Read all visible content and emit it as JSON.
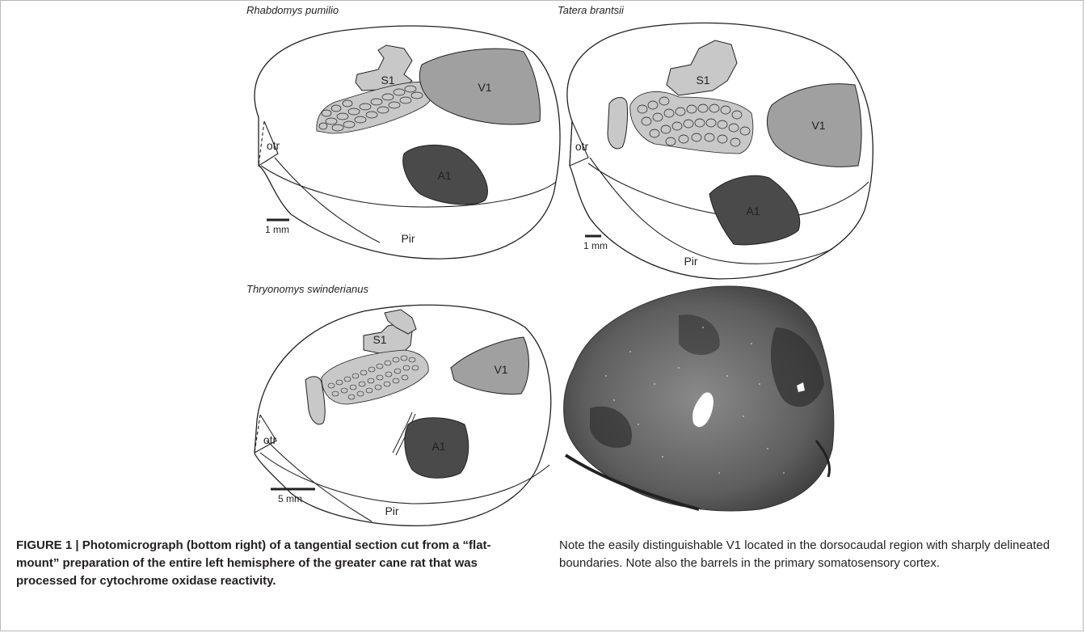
{
  "figure": {
    "panels": [
      {
        "species": "Rhabdomys pumilio",
        "regions": {
          "s1": "S1",
          "v1": "V1",
          "a1": "A1",
          "otr": "otr",
          "pir": "Pir"
        },
        "scale_bar": "1 mm"
      },
      {
        "species": "Tatera brantsii",
        "regions": {
          "s1": "S1",
          "v1": "V1",
          "a1": "A1",
          "otr": "otr",
          "pir": "Pir"
        },
        "scale_bar": "1 mm"
      },
      {
        "species": "Thryonomys swinderianus",
        "regions": {
          "s1": "S1",
          "v1": "V1",
          "a1": "A1",
          "otr": "otr",
          "pir": "Pir"
        },
        "scale_bar": "5 mm"
      }
    ],
    "colors": {
      "s1": "#c8c8c8",
      "v1": "#a0a0a0",
      "a1": "#4a4a4a"
    }
  },
  "caption": {
    "left": "FIGURE 1 | Photomicrograph (bottom right) of a tangential section cut from a “flat-mount” preparation of the entire left hemisphere of the greater cane rat that was processed for cytochrome oxidase reactivity.",
    "right": "Note the easily distinguishable V1 located in the dorsocaudal region with sharply delineated boundaries. Note also the barrels in the primary somatosensory cortex."
  }
}
